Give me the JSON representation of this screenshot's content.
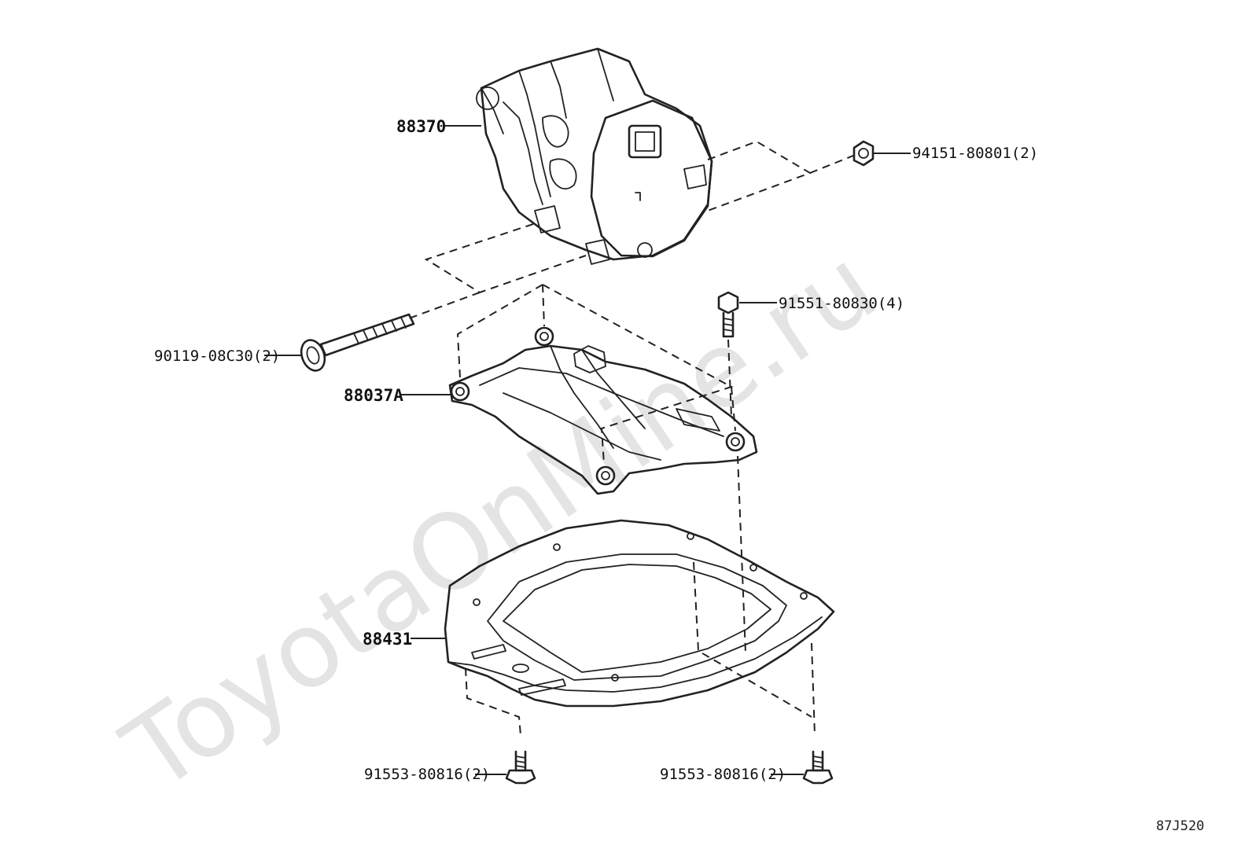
{
  "watermark": "ToyotaOnMine.ru",
  "drawing_code": "87J520",
  "parts": {
    "compressor": "88370",
    "nut": "94151-80801(2)",
    "long_bolt": "90119-08C30(2)",
    "bracket": "88037A",
    "bracket_bolt": "91551-80830(4)",
    "plate": "88431",
    "plate_bolt_left": "91553-80816(2)",
    "plate_bolt_right": "91553-80816(2)"
  },
  "colors": {
    "line": "#222222",
    "watermark": "#cfcfcf"
  }
}
